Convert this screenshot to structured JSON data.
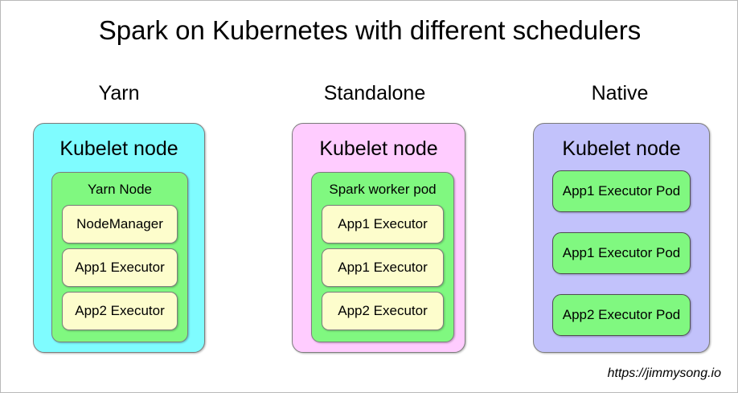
{
  "title": "Spark on Kubernetes with different schedulers",
  "footer": "https://jimmysong.io",
  "colors": {
    "yarn_node": "#7ffcff",
    "standalone_node": "#ffccff",
    "native_node": "#c2c2fb",
    "inner_container": "#80f880",
    "executor": "#fdfdcc",
    "pod": "#80f880",
    "border": "#7d7d7d",
    "background": "#ffffff",
    "text": "#000000"
  },
  "columns": [
    {
      "header": "Yarn",
      "node_label": "Kubelet node",
      "inner_label": "Yarn Node",
      "items": [
        {
          "label": "NodeManager"
        },
        {
          "label": "App1 Executor"
        },
        {
          "label": "App2 Executor"
        }
      ]
    },
    {
      "header": "Standalone",
      "node_label": "Kubelet node",
      "inner_label": "Spark worker pod",
      "items": [
        {
          "label": "App1 Executor"
        },
        {
          "label": "App1 Executor"
        },
        {
          "label": "App2 Executor"
        }
      ]
    },
    {
      "header": "Native",
      "node_label": "Kubelet node",
      "inner_label": null,
      "items": [
        {
          "label": "App1 Executor Pod"
        },
        {
          "label": "App1 Executor Pod"
        },
        {
          "label": "App2 Executor Pod"
        }
      ]
    }
  ]
}
